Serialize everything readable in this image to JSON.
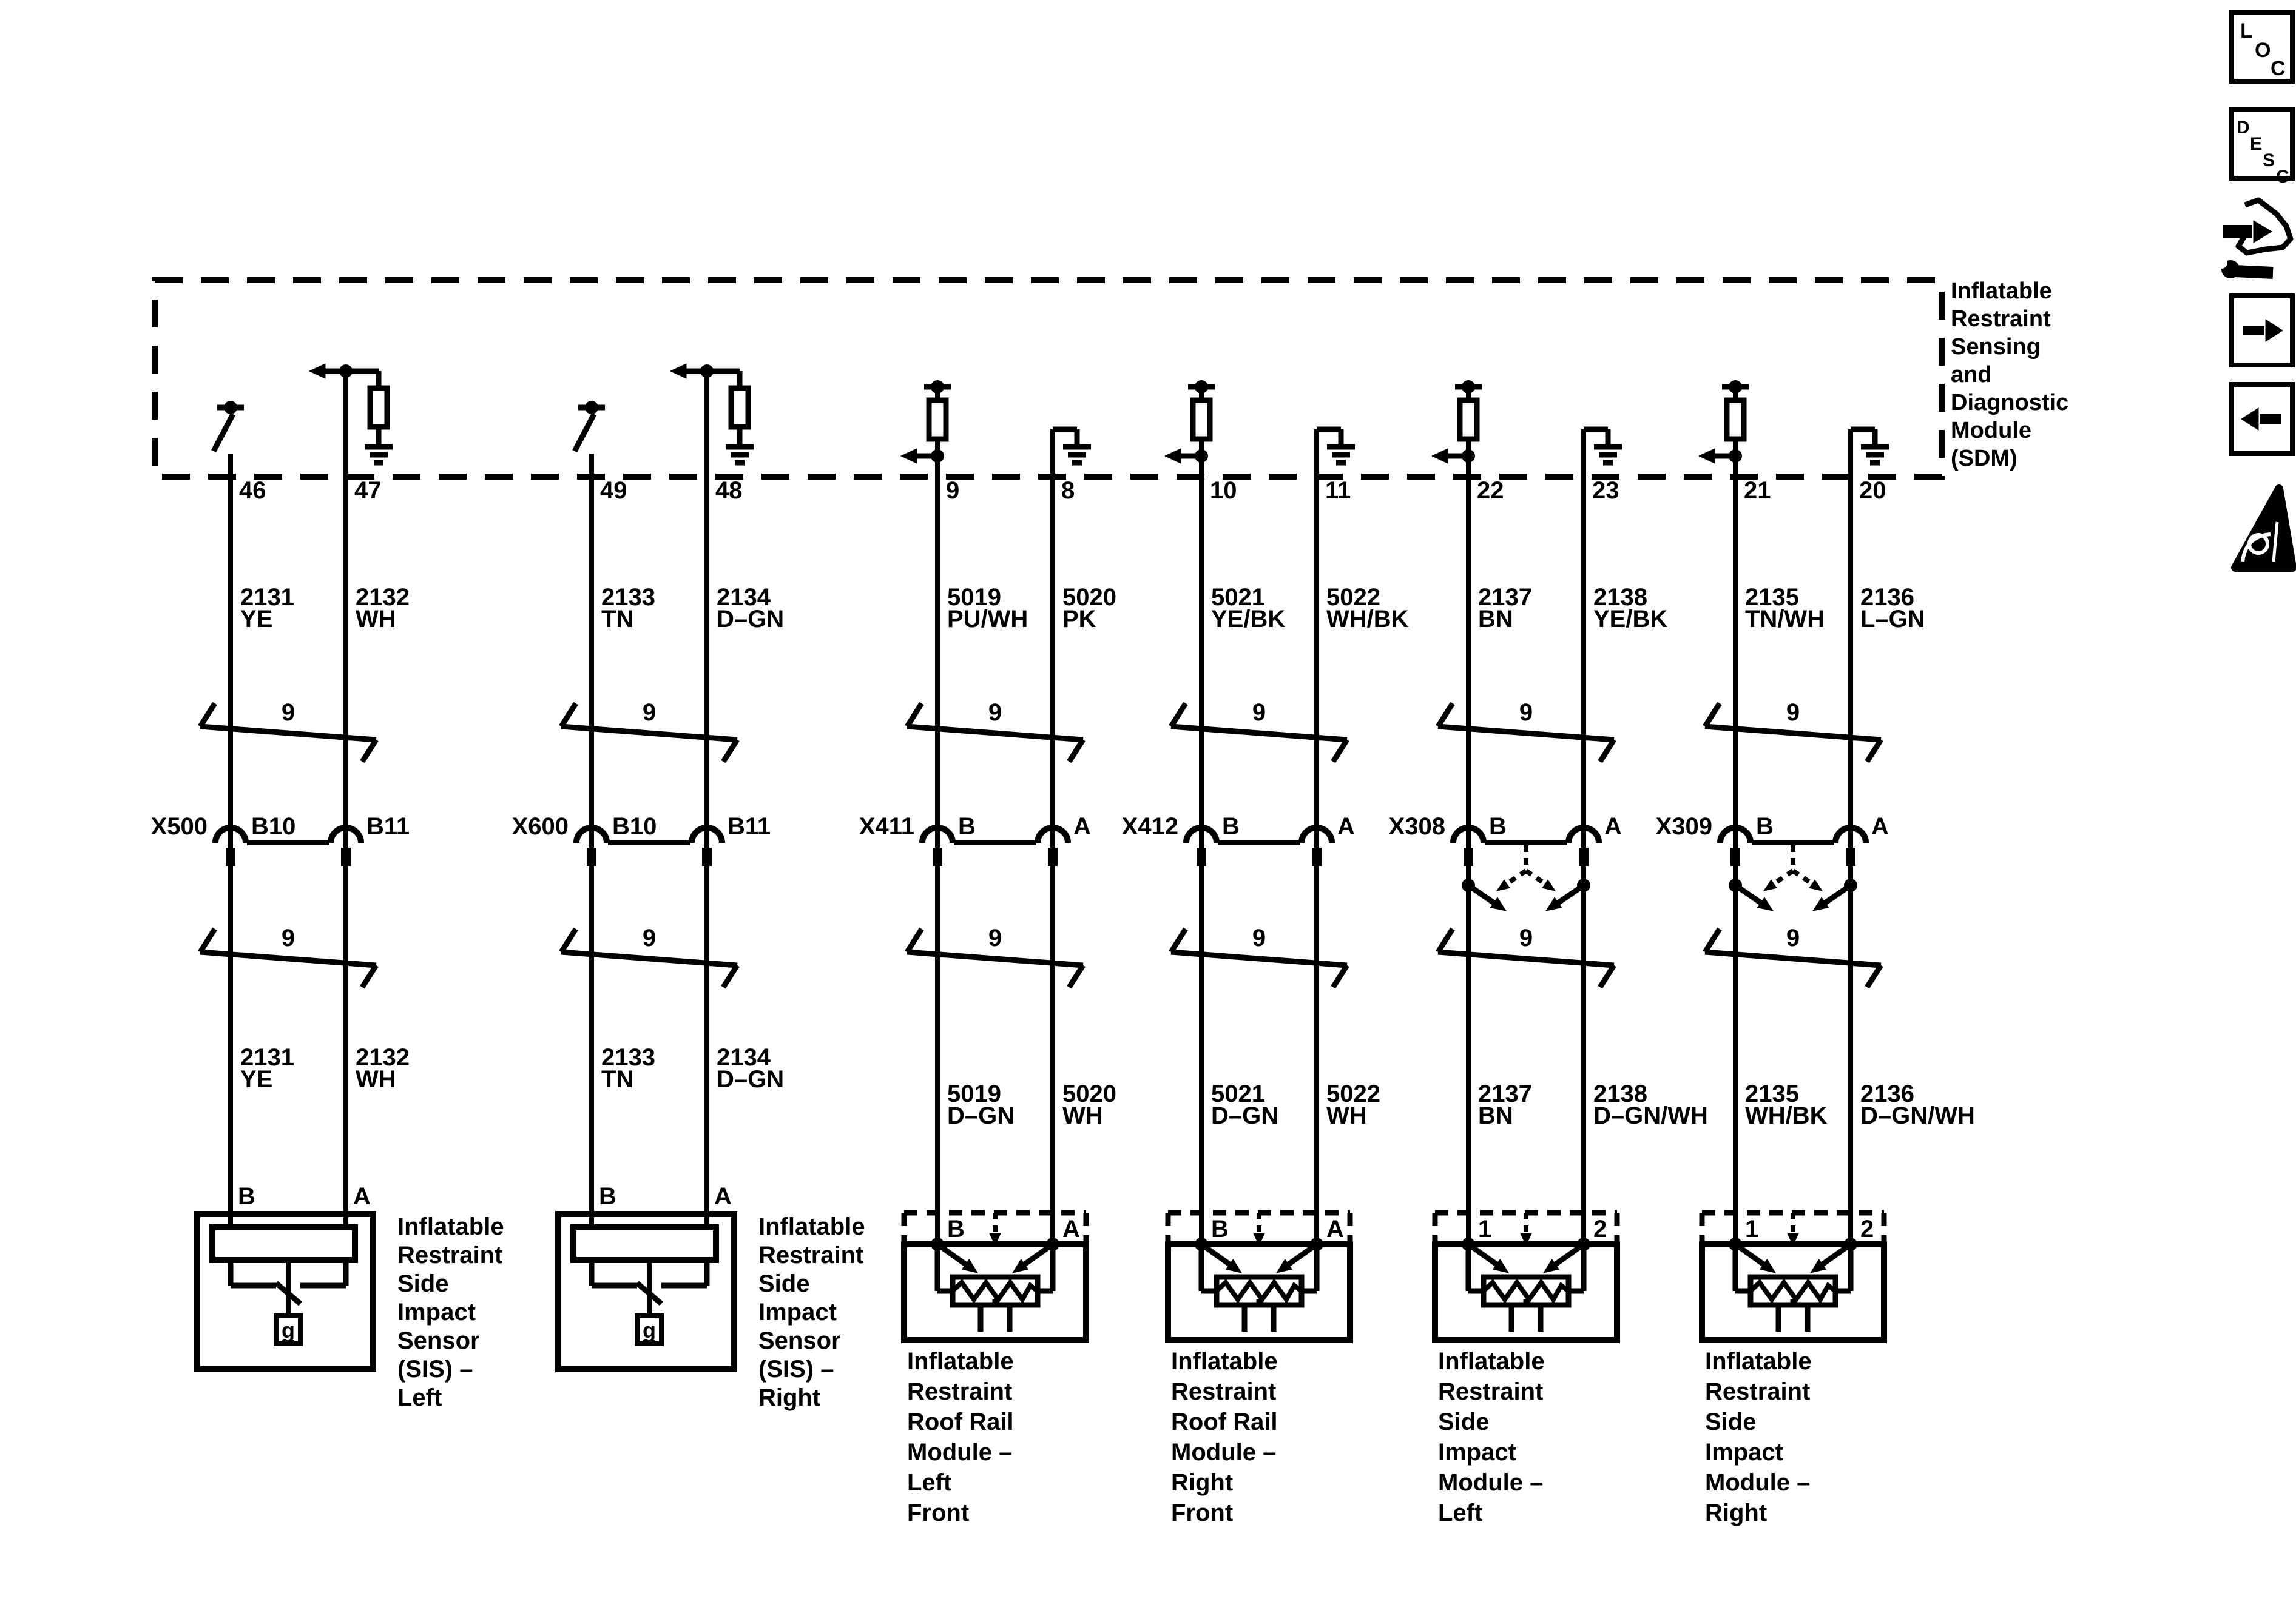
{
  "diagram": {
    "title_block_lines": [
      "Inflatable",
      "Restraint",
      "Sensing",
      "and",
      "Diagnostic",
      "Module",
      "(SDM)"
    ],
    "harness_mark": "9",
    "ink_color": "#000000",
    "background_color": "#ffffff",
    "circuits": [
      {
        "name": "side-impact-sensor-left",
        "component_type": "sensor",
        "sdm_pins": [
          "46",
          "47"
        ],
        "upper_wires": [
          {
            "circuit": "2131",
            "color": "YE"
          },
          {
            "circuit": "2132",
            "color": "WH"
          }
        ],
        "connector": {
          "name": "X500",
          "cavities": [
            "B10",
            "B11"
          ],
          "shorting_bar": false
        },
        "lower_wires": [
          {
            "circuit": "2131",
            "color": "YE"
          },
          {
            "circuit": "2132",
            "color": "WH"
          }
        ],
        "component_pins": [
          "B",
          "A"
        ],
        "component_label_lines": [
          "Inflatable",
          "Restraint",
          "Side",
          "Impact",
          "Sensor",
          "(SIS) –",
          "Left"
        ],
        "ground_letter": "g"
      },
      {
        "name": "side-impact-sensor-right",
        "component_type": "sensor",
        "sdm_pins": [
          "49",
          "48"
        ],
        "upper_wires": [
          {
            "circuit": "2133",
            "color": "TN"
          },
          {
            "circuit": "2134",
            "color": "D–GN"
          }
        ],
        "connector": {
          "name": "X600",
          "cavities": [
            "B10",
            "B11"
          ],
          "shorting_bar": false
        },
        "lower_wires": [
          {
            "circuit": "2133",
            "color": "TN"
          },
          {
            "circuit": "2134",
            "color": "D–GN"
          }
        ],
        "component_pins": [
          "B",
          "A"
        ],
        "component_label_lines": [
          "Inflatable",
          "Restraint",
          "Side",
          "Impact",
          "Sensor",
          "(SIS) –",
          "Right"
        ],
        "ground_letter": "g"
      },
      {
        "name": "roof-rail-module-left-front",
        "component_type": "module",
        "sdm_pins": [
          "9",
          "8"
        ],
        "upper_wires": [
          {
            "circuit": "5019",
            "color": "PU/WH"
          },
          {
            "circuit": "5020",
            "color": "PK"
          }
        ],
        "connector": {
          "name": "X411",
          "cavities": [
            "B",
            "A"
          ],
          "shorting_bar": false
        },
        "lower_wires": [
          {
            "circuit": "5019",
            "color": "D–GN"
          },
          {
            "circuit": "5020",
            "color": "WH"
          }
        ],
        "component_pins": [
          "B",
          "A"
        ],
        "component_label_lines": [
          "Inflatable",
          "Restraint",
          "Roof Rail",
          "Module –",
          "Left",
          "Front"
        ]
      },
      {
        "name": "roof-rail-module-right-front",
        "component_type": "module",
        "sdm_pins": [
          "10",
          "11"
        ],
        "upper_wires": [
          {
            "circuit": "5021",
            "color": "YE/BK"
          },
          {
            "circuit": "5022",
            "color": "WH/BK"
          }
        ],
        "connector": {
          "name": "X412",
          "cavities": [
            "B",
            "A"
          ],
          "shorting_bar": false
        },
        "lower_wires": [
          {
            "circuit": "5021",
            "color": "D–GN"
          },
          {
            "circuit": "5022",
            "color": "WH"
          }
        ],
        "component_pins": [
          "B",
          "A"
        ],
        "component_label_lines": [
          "Inflatable",
          "Restraint",
          "Roof Rail",
          "Module –",
          "Right",
          "Front"
        ]
      },
      {
        "name": "side-impact-module-left",
        "component_type": "module",
        "sdm_pins": [
          "22",
          "23"
        ],
        "upper_wires": [
          {
            "circuit": "2137",
            "color": "BN"
          },
          {
            "circuit": "2138",
            "color": "YE/BK"
          }
        ],
        "connector": {
          "name": "X308",
          "cavities": [
            "B",
            "A"
          ],
          "shorting_bar": true
        },
        "lower_wires": [
          {
            "circuit": "2137",
            "color": "BN"
          },
          {
            "circuit": "2138",
            "color": "D–GN/WH"
          }
        ],
        "component_pins": [
          "1",
          "2"
        ],
        "component_label_lines": [
          "Inflatable",
          "Restraint",
          "Side",
          "Impact",
          "Module –",
          "Left"
        ]
      },
      {
        "name": "side-impact-module-right",
        "component_type": "module",
        "sdm_pins": [
          "21",
          "20"
        ],
        "upper_wires": [
          {
            "circuit": "2135",
            "color": "TN/WH"
          },
          {
            "circuit": "2136",
            "color": "L–GN"
          }
        ],
        "connector": {
          "name": "X309",
          "cavities": [
            "B",
            "A"
          ],
          "shorting_bar": true
        },
        "lower_wires": [
          {
            "circuit": "2135",
            "color": "WH/BK"
          },
          {
            "circuit": "2136",
            "color": "D–GN/WH"
          }
        ],
        "component_pins": [
          "1",
          "2"
        ],
        "component_label_lines": [
          "Inflatable",
          "Restraint",
          "Side",
          "Impact",
          "Module –",
          "Right"
        ]
      }
    ],
    "toolbar": {
      "loc_letters": [
        "L",
        "O",
        "C"
      ],
      "desc_letters": [
        "D",
        "E",
        "S",
        "C"
      ]
    }
  }
}
